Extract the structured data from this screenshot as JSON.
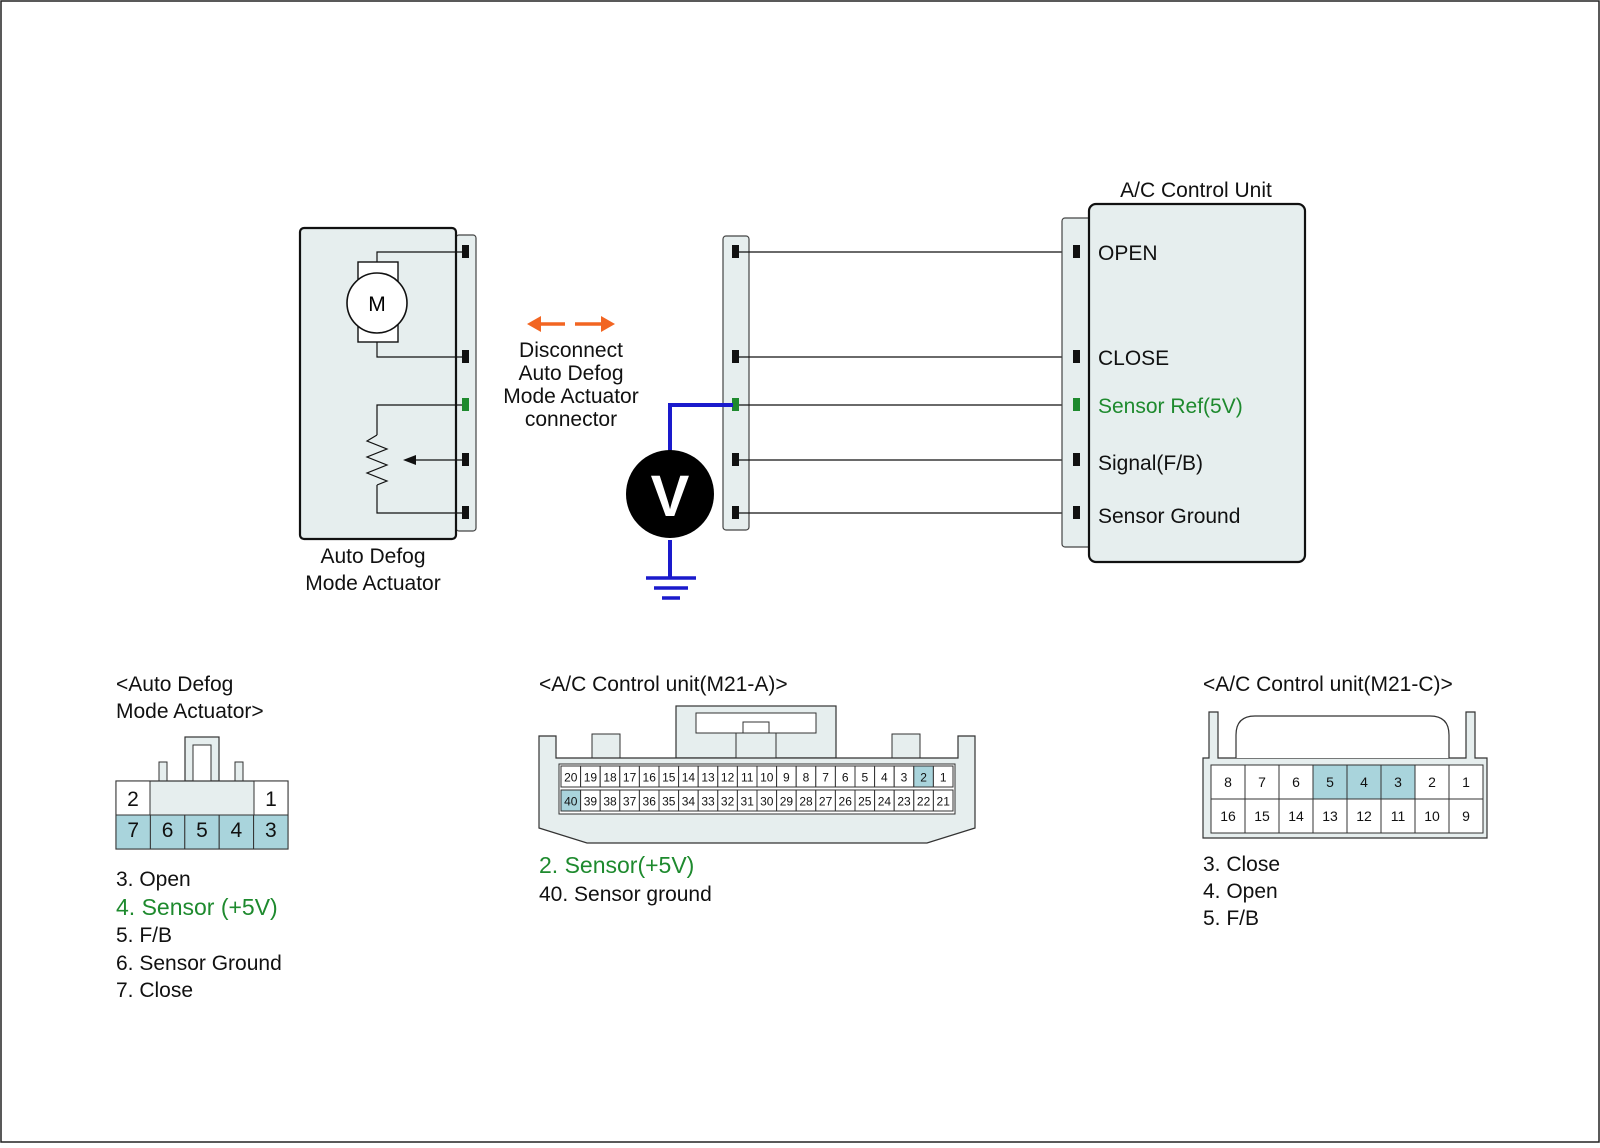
{
  "diagram": {
    "actuator": {
      "motor_symbol": "M",
      "label_line1": "Auto Defog",
      "label_line2": "Mode Actuator"
    },
    "instruction": {
      "line1": "Disconnect",
      "line2": "Auto Defog",
      "line3": "Mode Actuator",
      "line4": "connector"
    },
    "meter_symbol": "V",
    "control_unit": {
      "title": "A/C Control Unit",
      "terminals": [
        "OPEN",
        "CLOSE",
        "Sensor Ref(5V)",
        "Signal(F/B)",
        "Sensor Ground"
      ]
    },
    "colors": {
      "wire_probe": "#1a1acc",
      "arrow": "#f26522",
      "highlight_green": "#1e8a2e",
      "highlight_pin": "#a9d4dc",
      "component_fill": "#e6eeee"
    }
  },
  "connectors": {
    "actuator": {
      "title_line1": "<Auto Defog",
      "title_line2": "Mode Actuator>",
      "top_pins": [
        "2",
        "1"
      ],
      "bottom_pins": [
        "7",
        "6",
        "5",
        "4",
        "3"
      ],
      "legend": [
        "3. Open",
        "4. Sensor (+5V)",
        "5. F/B",
        "6. Sensor Ground",
        "7. Close"
      ]
    },
    "m21a": {
      "title": "<A/C Control unit(M21-A)>",
      "top_pins": [
        "20",
        "19",
        "18",
        "17",
        "16",
        "15",
        "14",
        "13",
        "12",
        "11",
        "10",
        "9",
        "8",
        "7",
        "6",
        "5",
        "4",
        "3",
        "2",
        "1"
      ],
      "bottom_pins": [
        "40",
        "39",
        "38",
        "37",
        "36",
        "35",
        "34",
        "33",
        "32",
        "31",
        "30",
        "29",
        "28",
        "27",
        "26",
        "25",
        "24",
        "23",
        "22",
        "21"
      ],
      "legend": [
        "2. Sensor(+5V)",
        "40. Sensor ground"
      ]
    },
    "m21c": {
      "title": "<A/C Control unit(M21-C)>",
      "top_pins": [
        "8",
        "7",
        "6",
        "5",
        "4",
        "3",
        "2",
        "1"
      ],
      "bottom_pins": [
        "16",
        "15",
        "14",
        "13",
        "12",
        "11",
        "10",
        "9"
      ],
      "legend": [
        "3. Close",
        "4. Open",
        "5. F/B"
      ]
    }
  }
}
